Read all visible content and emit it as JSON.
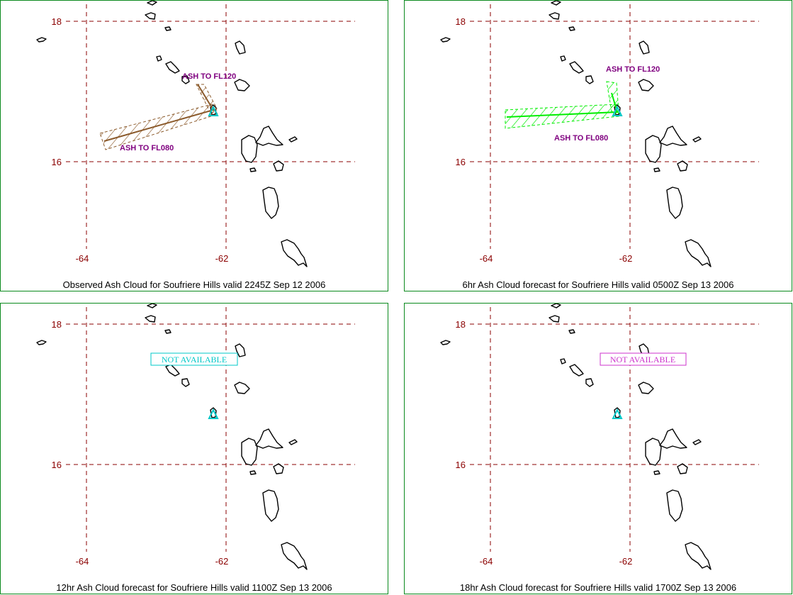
{
  "colors": {
    "panel_border": "#0b8a1e",
    "grid": "#8b0000",
    "coast": "#000000",
    "volcano": "#00c8c8",
    "observed_ash": "#8b5a2b",
    "forecast_ash": "#00ee00",
    "ash_label": "#800080",
    "na_12hr": "#00c8c8",
    "na_18hr": "#cc33cc"
  },
  "map": {
    "lat_ticks": [
      "18",
      "16"
    ],
    "lon_ticks": [
      "-64",
      "-62"
    ],
    "volcano_icon": "triangle-icon"
  },
  "panels": [
    {
      "caption": "Observed Ash Cloud for Soufriere  Hills valid 2245Z Sep 12 2006",
      "ash_color_key": "observed_ash",
      "labels": {
        "upper": "ASH TO FL120",
        "lower": "ASH TO FL080"
      }
    },
    {
      "caption": "6hr Ash Cloud forecast for Soufriere  Hills valid 0500Z Sep 13 2006",
      "ash_color_key": "forecast_ash",
      "labels": {
        "upper": "ASH TO FL120",
        "lower": "ASH TO FL080"
      }
    },
    {
      "caption": "12hr Ash Cloud forecast for Soufriere  Hills valid 1100Z Sep 13 2006",
      "not_available": "NOT AVAILABLE",
      "na_color_key": "na_12hr"
    },
    {
      "caption": "18hr Ash Cloud forecast for Soufriere  Hills valid 1700Z Sep 13 2006",
      "not_available": "NOT AVAILABLE",
      "na_color_key": "na_18hr"
    }
  ]
}
